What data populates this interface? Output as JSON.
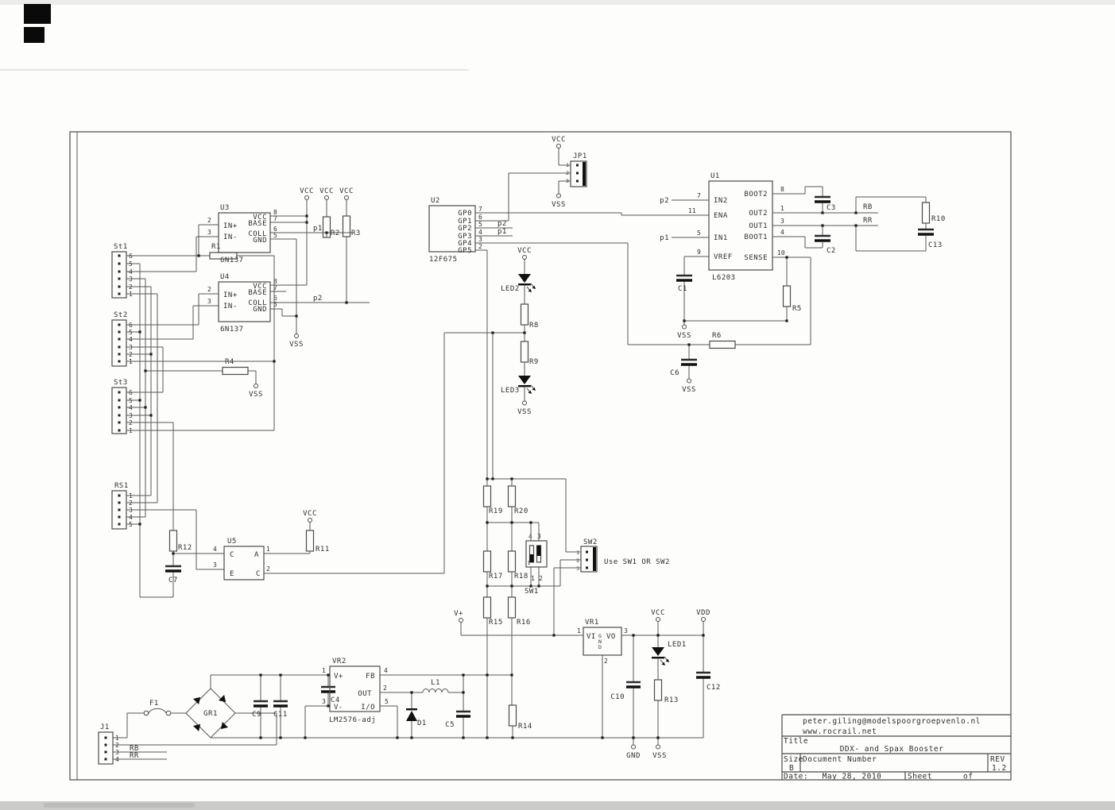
{
  "labels": {
    "st1": "St1",
    "st2": "St2",
    "st3": "St3",
    "rs1": "RS1",
    "j1": "J1",
    "jp1": "JP1",
    "u1": "U1",
    "u2": "U2",
    "u3": "U3",
    "u4": "U4",
    "u5": "U5",
    "vr1": "VR1",
    "vr2": "VR2",
    "u1_part": "L6203",
    "u2_part": "12F675",
    "opto_part": "6N137",
    "vr2_part": "LM2576-adj",
    "r1": "R1",
    "r2": "R2",
    "r3": "R3",
    "r4": "R4",
    "r5": "R5",
    "r6": "R6",
    "r8": "R8",
    "r9": "R9",
    "r10": "R10",
    "r11": "R11",
    "r12": "R12",
    "r13": "R13",
    "r14": "R14",
    "r15": "R15",
    "r16": "R16",
    "r17": "R17",
    "r18": "R18",
    "r19": "R19",
    "r20": "R20",
    "c1": "C1",
    "c2": "C2",
    "c3": "C3",
    "c4": "C4",
    "c5": "C5",
    "c6": "C6",
    "c7": "C7",
    "c9": "C9",
    "c10": "C10",
    "c11": "C11",
    "c12": "C12",
    "c13": "C13",
    "led1": "LED1",
    "led2": "LED2",
    "led3": "LED3",
    "d1": "D1",
    "l1": "L1",
    "f1": "F1",
    "gr1": "GR1",
    "sw1": "SW1",
    "sw2": "SW2",
    "vcc": "VCC",
    "vss": "VSS",
    "vdd": "VDD",
    "gnd": "GND",
    "vplus": "V+",
    "p1": "p1",
    "p2": "p2",
    "rb": "RB",
    "rr": "RR",
    "note": "Use SW1 OR SW2"
  },
  "pins": {
    "in_p": "IN+",
    "in_m": "IN-",
    "vcc": "VCC",
    "base": "BASE",
    "coll": "COLL",
    "gnd": "GND",
    "gp0": "GP0",
    "gp1": "GP1",
    "gp2": "GP2",
    "gp3": "GP3",
    "gp4": "GP4",
    "gp5": "GP5",
    "in2": "IN2",
    "ena": "ENA",
    "in1": "IN1",
    "vref": "VREF",
    "boot2": "BOOT2",
    "out2": "OUT2",
    "out1": "OUT1",
    "boot1": "BOOT1",
    "sense": "SENSE",
    "c": "C",
    "e": "E",
    "a": "A",
    "vi": "VI",
    "vo": "VO",
    "g": "G",
    "n": "N",
    "d": "D",
    "vp": "V+",
    "vm": "V-",
    "fb": "FB",
    "out": "OUT",
    "io": "I/O"
  },
  "nums": {
    "n1": "1",
    "n2": "2",
    "n3": "3",
    "n4": "4",
    "n5": "5",
    "n6": "6",
    "n7": "7",
    "n8": "8",
    "n9": "9",
    "n10": "10",
    "n11": "11"
  },
  "title_block": {
    "email": "peter.giling@modelspoorgroepvenlo.nl",
    "url": "www.rocrail.net",
    "title_label": "Title",
    "title": "DDX- and Spax Booster",
    "size_label": "Size",
    "size": "B",
    "doc_label": "Document Number",
    "rev_label": "REV",
    "rev": "1.2",
    "date_label": "Date:",
    "date": "May 28, 2010",
    "sheet_label": "Sheet",
    "of": "of"
  }
}
